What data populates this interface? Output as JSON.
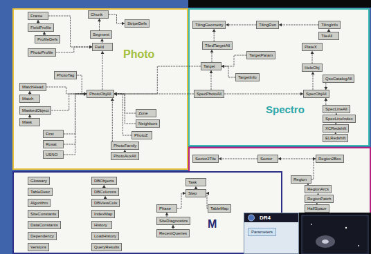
{
  "diagram": {
    "nodes": [
      {
        "text": [
          "Photo"
        ]
      },
      {
        "text": [
          "Chunk"
        ],
        "in": 0
      },
      {
        "text": [
          "StripeDefs"
        ],
        "in": 0
      },
      {
        "text": [
          "Segment"
        ],
        "in": 0
      },
      {
        "text": [
          "Field"
        ],
        "in": 0
      },
      {
        "text": [
          "Frame"
        ],
        "in": 0
      },
      {
        "text": [
          "FieldProfile"
        ],
        "in": 0
      },
      {
        "text": [
          "ProfileDefs"
        ],
        "in": 0
      },
      {
        "text": [
          "PhotoProfile"
        ],
        "in": 0
      },
      {
        "text": [
          "PhotoTag"
        ],
        "in": 0
      },
      {
        "text": [
          "MatchHead"
        ],
        "in": 0
      },
      {
        "text": [
          "Match"
        ],
        "in": 0
      },
      {
        "text": [
          "MaskedObject"
        ],
        "in": 0
      },
      {
        "text": [
          "Mask"
        ],
        "in": 0
      },
      {
        "text": [
          "PhotoObjAll"
        ],
        "in": 0
      },
      {
        "text": [
          "First"
        ],
        "in": 0
      },
      {
        "text": [
          "Rosat"
        ],
        "in": 0
      },
      {
        "text": [
          "USNO"
        ],
        "in": 0
      },
      {
        "text": [
          "Zone"
        ],
        "in": 0
      },
      {
        "text": [
          "Neighbors"
        ],
        "in": 0
      },
      {
        "text": [
          "PhotoZ"
        ],
        "in": 0
      },
      {
        "text": [
          "PhotoFamily"
        ],
        "in": 0
      },
      {
        "text": [
          "PhotoAuxAll"
        ],
        "in": 0
      },
      {
        "text": [
          "Spectro"
        ]
      },
      {
        "text": [
          "TilingGeometry"
        ],
        "in": 23
      },
      {
        "text": [
          "TilingRun"
        ],
        "in": 23
      },
      {
        "text": [
          "TilingInfo"
        ],
        "in": 23
      },
      {
        "text": [
          "TileAll"
        ],
        "in": 23
      },
      {
        "text": [
          "TiledTargetAll"
        ],
        "in": 23
      },
      {
        "text": [
          "TargetParam"
        ],
        "in": 23
      },
      {
        "text": [
          "Target"
        ],
        "in": 23
      },
      {
        "text": [
          "TargetInfo"
        ],
        "in": 23
      },
      {
        "text": [
          "PlateX"
        ],
        "in": 23
      },
      {
        "text": [
          "HoleObj"
        ],
        "in": 23
      },
      {
        "text": [
          "QsoCatalogAll"
        ],
        "in": 23
      },
      {
        "text": [
          "SpecPhotoAll"
        ],
        "in": 23
      },
      {
        "text": [
          "SpecObjAll"
        ],
        "in": 23
      },
      {
        "text": [
          "SpecLineAll"
        ],
        "in": 23
      },
      {
        "text": [
          "SpecLineIndex"
        ],
        "in": 23
      },
      {
        "text": [
          "XCRedshift"
        ],
        "in": 23
      },
      {
        "text": [
          "ELRedshift"
        ],
        "in": 23
      },
      {
        "text": [
          "Sector2Tile"
        ]
      },
      {
        "text": [
          "Sector"
        ]
      },
      {
        "text": [
          "Region2Box"
        ]
      },
      {
        "text": [
          "Region"
        ]
      },
      {
        "text": [
          "RegionArcs"
        ]
      },
      {
        "text": [
          "RegionPatch"
        ]
      },
      {
        "text": [
          "HalfSpace"
        ]
      },
      {
        "text": [
          "M"
        ]
      },
      {
        "text": [
          "Glossary"
        ],
        "in": 48
      },
      {
        "text": [
          "TableDesc"
        ],
        "in": 48
      },
      {
        "text": [
          "Algorithm"
        ],
        "in": 48
      },
      {
        "text": [
          "SiteConstants"
        ],
        "in": 48
      },
      {
        "text": [
          "DataConstants"
        ],
        "in": 48
      },
      {
        "text": [
          "Dependency"
        ],
        "in": 48
      },
      {
        "text": [
          "Versions"
        ],
        "in": 48
      },
      {
        "text": [
          "DBObjects"
        ],
        "in": 48
      },
      {
        "text": [
          "DBColumns"
        ],
        "in": 48
      },
      {
        "text": [
          "DBViewCols"
        ],
        "in": 48
      },
      {
        "text": [
          "IndexMap"
        ],
        "in": 48
      },
      {
        "text": [
          "History"
        ],
        "in": 48
      },
      {
        "text": [
          "LoadHistory"
        ],
        "in": 48
      },
      {
        "text": [
          "QueryResults"
        ],
        "in": 48
      },
      {
        "text": [
          "Task"
        ],
        "in": 48
      },
      {
        "text": [
          "Step"
        ],
        "in": 48
      },
      {
        "text": [
          "Phase"
        ],
        "in": 48
      },
      {
        "text": [
          "TableMap"
        ],
        "in": 48
      },
      {
        "text": [
          "SiteDiagnostics"
        ],
        "in": 48
      },
      {
        "text": [
          "RecentQueries"
        ],
        "in": 48
      },
      {
        "text": [
          "DR4"
        ]
      },
      {
        "text": [
          "Parameters"
        ],
        "in": 69
      }
    ],
    "edges": [
      {
        "from": 3,
        "to": 1,
        "arrow": "to"
      },
      {
        "from": 1,
        "to": 2,
        "arrow": "to"
      },
      {
        "from": 4,
        "to": 3,
        "arrow": "to"
      },
      {
        "from": 5,
        "to": 4,
        "arrow": "to"
      },
      {
        "from": 6,
        "to": 5,
        "arrow": "to"
      },
      {
        "from": 7,
        "to": 6,
        "arrow": "to"
      },
      {
        "from": 8,
        "to": 4,
        "arrow": "to"
      },
      {
        "from": 14,
        "to": 4,
        "arrow": "to"
      },
      {
        "from": 9,
        "to": 14,
        "arrow": "to"
      },
      {
        "from": 10,
        "to": 14,
        "arrow": "to"
      },
      {
        "from": 11,
        "to": 10,
        "arrow": "to"
      },
      {
        "from": 12,
        "to": 14,
        "arrow": "to"
      },
      {
        "from": 13,
        "to": 12,
        "arrow": "to"
      },
      {
        "from": 15,
        "to": 14,
        "arrow": "to"
      },
      {
        "from": 16,
        "to": 14,
        "arrow": "to"
      },
      {
        "from": 17,
        "to": 14,
        "arrow": "to"
      },
      {
        "from": 18,
        "to": 14,
        "arrow": "to"
      },
      {
        "from": 19,
        "to": 14,
        "arrow": "to"
      },
      {
        "from": 20,
        "to": 14,
        "arrow": "to"
      },
      {
        "from": 21,
        "to": 14,
        "arrow": "to"
      },
      {
        "from": 22,
        "to": 21,
        "arrow": "to"
      },
      {
        "from": 25,
        "to": 24,
        "arrow": "to"
      },
      {
        "from": 26,
        "to": 25,
        "arrow": "to"
      },
      {
        "from": 27,
        "to": 26,
        "arrow": "to"
      },
      {
        "from": 28,
        "to": 24,
        "arrow": "to"
      },
      {
        "from": 30,
        "to": 28,
        "arrow": "to"
      },
      {
        "from": 29,
        "to": 30,
        "arrow": "to"
      },
      {
        "from": 31,
        "to": 30,
        "arrow": "to"
      },
      {
        "from": 33,
        "to": 32,
        "arrow": "to"
      },
      {
        "from": 36,
        "to": 33,
        "arrow": "to"
      },
      {
        "from": 34,
        "to": 36,
        "arrow": "to"
      },
      {
        "from": 35,
        "to": 30,
        "arrow": "to"
      },
      {
        "from": 35,
        "to": 36,
        "arrow": "to"
      },
      {
        "from": 37,
        "to": 36,
        "arrow": "to"
      },
      {
        "from": 38,
        "to": 37,
        "arrow": "to"
      },
      {
        "from": 39,
        "to": 38,
        "arrow": "to"
      },
      {
        "from": 40,
        "to": 39,
        "arrow": "to"
      },
      {
        "from": 30,
        "to": 14,
        "arrow": "to"
      },
      {
        "from": 35,
        "to": 14,
        "arrow": "to"
      },
      {
        "from": 42,
        "to": 41,
        "arrow": "to"
      },
      {
        "from": 43,
        "to": 42,
        "arrow": "to"
      },
      {
        "from": 44,
        "to": 43,
        "arrow": "to"
      },
      {
        "from": 45,
        "to": 44,
        "arrow": "to"
      },
      {
        "from": 46,
        "to": 45,
        "arrow": "to"
      },
      {
        "from": 47,
        "to": 46,
        "arrow": "to"
      },
      {
        "from": 57,
        "to": 56,
        "arrow": "to"
      },
      {
        "from": 58,
        "to": 57,
        "arrow": "to"
      },
      {
        "from": 64,
        "to": 63,
        "arrow": "to"
      },
      {
        "from": 65,
        "to": 64,
        "arrow": "to"
      },
      {
        "from": 66,
        "to": 64,
        "arrow": "to"
      },
      {
        "from": 67,
        "to": 65,
        "arrow": "to"
      },
      {
        "from": 68,
        "to": 67,
        "arrow": "to"
      }
    ]
  }
}
